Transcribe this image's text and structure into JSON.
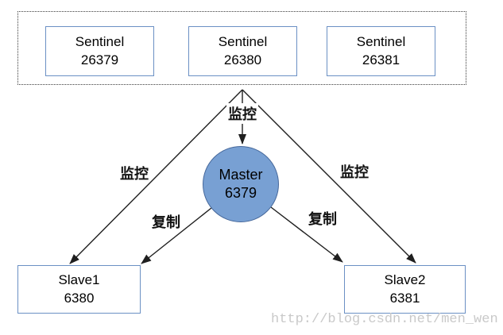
{
  "nodes": {
    "sentinels": [
      {
        "name": "Sentinel",
        "port": "26379"
      },
      {
        "name": "Sentinel",
        "port": "26380"
      },
      {
        "name": "Sentinel",
        "port": "26381"
      }
    ],
    "master": {
      "name": "Master",
      "port": "6379"
    },
    "slaves": [
      {
        "name": "Slave1",
        "port": "6380"
      },
      {
        "name": "Slave2",
        "port": "6381"
      }
    ]
  },
  "edges": [
    {
      "from": "sentinels",
      "to": "master",
      "label": "监控"
    },
    {
      "from": "sentinels",
      "to": "slave1",
      "label": "监控"
    },
    {
      "from": "sentinels",
      "to": "slave2",
      "label": "监控"
    },
    {
      "from": "master",
      "to": "slave1",
      "label": "复制"
    },
    {
      "from": "master",
      "to": "slave2",
      "label": "复制"
    }
  ],
  "watermark": "http://blog.csdn.net/men_wen",
  "colors": {
    "master_fill": "#78a0d3",
    "master_stroke": "#46689b",
    "box_stroke": "#6b90c4",
    "arrow": "#1f1f1f",
    "watermark_text": "#c9c9c9"
  }
}
